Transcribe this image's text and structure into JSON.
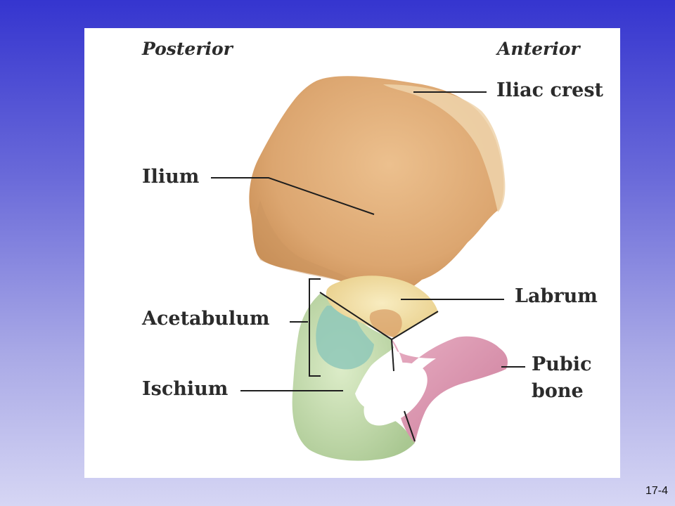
{
  "directions": {
    "posterior": "Posterior",
    "anterior": "Anterior"
  },
  "labels": {
    "iliac_crest": "Iliac crest",
    "ilium": "Ilium",
    "labrum": "Labrum",
    "acetabulum": "Acetabulum",
    "ischium": "Ischium",
    "pubic_line1": "Pubic",
    "pubic_line2": "bone"
  },
  "slide_number": "17-4",
  "colors": {
    "ilium": "#deac74",
    "ischium": "#c5dcae",
    "pubis": "#d996ae",
    "labrum": "#f1dea2",
    "background_top": "#3535cf",
    "background_bottom": "#d6d6f4"
  }
}
